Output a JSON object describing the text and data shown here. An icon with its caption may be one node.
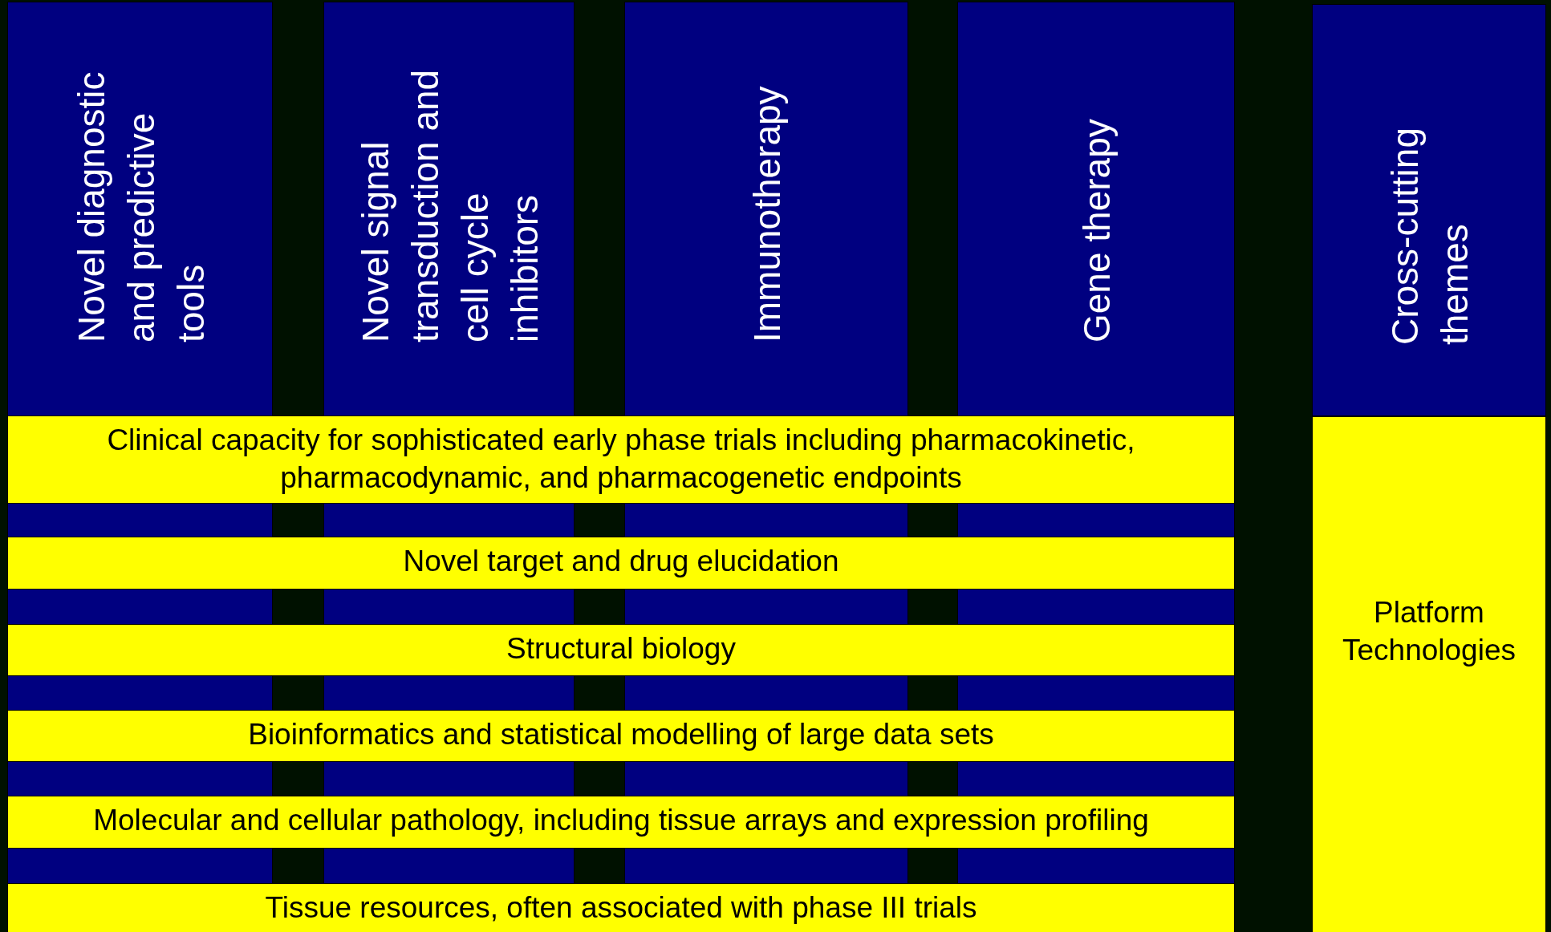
{
  "diagram": {
    "nodes": [
      {
        "text": [
          "Novel diagnostic and predictive tools"
        ]
      },
      {
        "text": [
          "Novel signal transduction and cell cycle inhibitors"
        ]
      },
      {
        "text": [
          "Immunotherapy"
        ]
      },
      {
        "text": [
          "Gene therapy"
        ]
      },
      {
        "text": [
          "Cross-cutting themes"
        ]
      },
      {
        "text": [
          "Clinical capacity for sophisticated early phase trials including pharmacokinetic, pharmacodynamic, and pharmacogenetic endpoints"
        ]
      },
      {
        "text": [
          "Novel target and drug elucidation"
        ]
      },
      {
        "text": [
          "Structural biology"
        ]
      },
      {
        "text": [
          "Bioinformatics and statistical modelling of large data sets"
        ]
      },
      {
        "text": [
          "Molecular and cellular pathology, including tissue arrays and expression profiling"
        ]
      },
      {
        "text": [
          "Tissue resources, often associated with phase III trials"
        ]
      },
      {
        "text": [
          "Platform Technologies"
        ]
      }
    ]
  }
}
